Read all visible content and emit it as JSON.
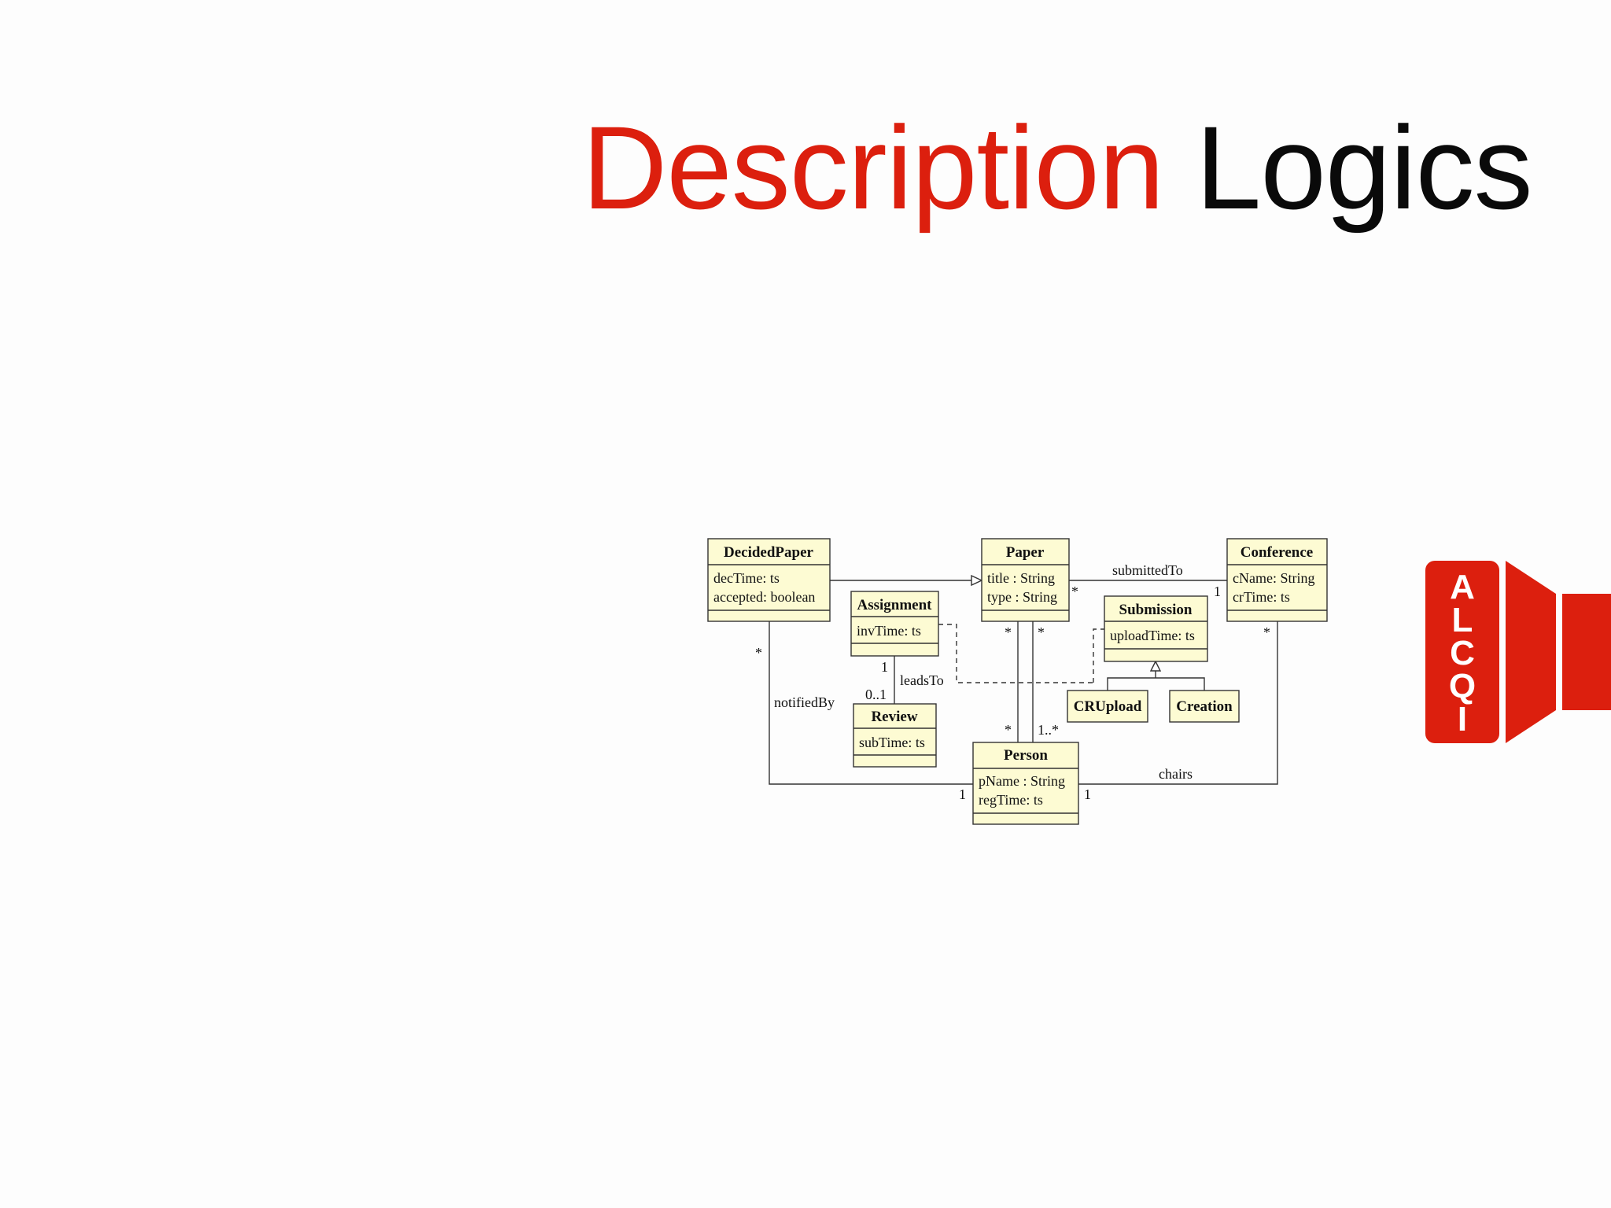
{
  "title": {
    "part1": "Description",
    "part2": "Logics"
  },
  "badge": {
    "letters": [
      "A",
      "L",
      "C",
      "Q",
      "I"
    ],
    "color": "#dc1f0e"
  },
  "diagram": {
    "classes": {
      "decidedpaper": {
        "name": "DecidedPaper",
        "attrs": [
          "decTime: ts",
          "accepted: boolean"
        ]
      },
      "paper": {
        "name": "Paper",
        "attrs": [
          "title : String",
          "type : String"
        ]
      },
      "conference": {
        "name": "Conference",
        "attrs": [
          "cName: String",
          "crTime: ts"
        ]
      },
      "assignment": {
        "name": "Assignment",
        "attrs": [
          "invTime: ts"
        ]
      },
      "submission": {
        "name": "Submission",
        "attrs": [
          "uploadTime: ts"
        ]
      },
      "review": {
        "name": "Review",
        "attrs": [
          "subTime: ts"
        ]
      },
      "person": {
        "name": "Person",
        "attrs": [
          "pName : String",
          "regTime: ts"
        ]
      },
      "crupload": {
        "name": "CRUpload",
        "attrs": []
      },
      "creation": {
        "name": "Creation",
        "attrs": []
      }
    },
    "associations": {
      "submitted_to": "submittedTo",
      "leads_to": "leadsTo",
      "notified_by": "notifiedBy",
      "chairs": "chairs"
    },
    "multiplicities": {
      "submitted_paper": "*",
      "submitted_conf": "1",
      "notified_decided": "*",
      "notified_person": "1",
      "chairs_person": "1",
      "chairs_conf": "*",
      "leads_assignment": "1",
      "leads_review": "0..1",
      "paper_left": "*",
      "paper_right": "*",
      "person_left": "*",
      "person_right": "1..*"
    }
  }
}
